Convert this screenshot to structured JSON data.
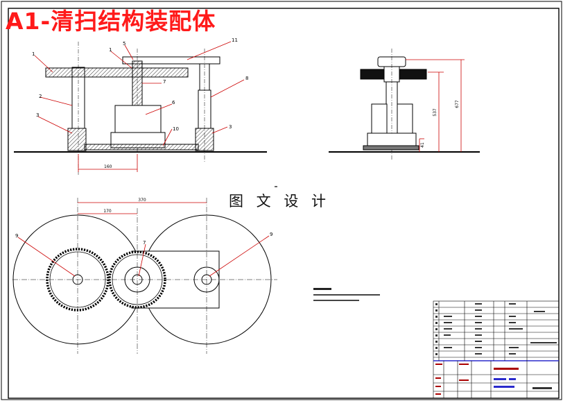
{
  "header": {
    "title": "A1-清扫结构装配体"
  },
  "watermark": {
    "text": "图 文 设 计"
  },
  "drawing": {
    "front_view": {
      "part_labels": [
        "1",
        "1",
        "5",
        "11",
        "7",
        "2",
        "6",
        "3",
        "10",
        "8",
        "3"
      ],
      "dimension_width": "160"
    },
    "side_view": {
      "dimension_overall_height": "677",
      "dimension_mid_height": "537",
      "dimension_base": "41"
    },
    "top_view": {
      "dimension_overall_span": "370",
      "dimension_center_distance": "170",
      "part_labels": [
        "9",
        "7",
        "9"
      ]
    }
  },
  "colors": {
    "line": "#000000",
    "annotation": "#cc0000",
    "frame_blue": "#2a2acc",
    "title_red": "#ff1a1a",
    "hatch": "#333333"
  }
}
